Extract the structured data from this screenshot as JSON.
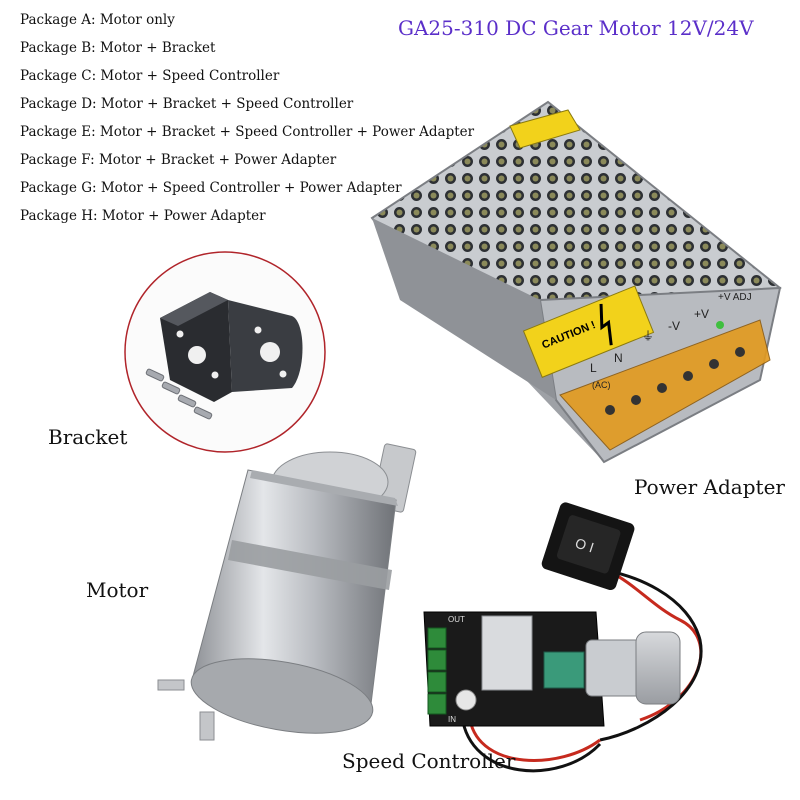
{
  "title": "GA25-310 DC Gear Motor 12V/24V",
  "packages": [
    "Package A: Motor only",
    "Package B: Motor + Bracket",
    "Package C: Motor + Speed Controller",
    "Package D: Motor + Bracket + Speed Controller",
    "Package E: Motor + Bracket + Speed Controller + Power Adapter",
    "Package F: Motor + Bracket + Power Adapter",
    "Package G: Motor + Speed Controller + Power Adapter",
    "Package H: Motor + Power Adapter"
  ],
  "captions": {
    "bracket": "Bracket",
    "power_adapter": "Power Adapter",
    "motor": "Motor",
    "speed_controller": "Speed Controller"
  },
  "adapter_labels": {
    "caution": "CAUTION !",
    "terminals": [
      "L",
      "N",
      "⏚",
      "-V",
      "+V"
    ],
    "adj": "+V ADJ",
    "ac": "(AC)"
  },
  "controller_labels": {
    "out": "OUT",
    "in": "IN",
    "switch": "O I"
  },
  "colors": {
    "title": "#5b2fc9",
    "caution_yellow": "#f2d21b",
    "terminal_orange": "#e39a1e",
    "pcb_black": "#1a1a1a",
    "terminal_green": "#2e8b3a"
  },
  "icons": [
    "bracket-image",
    "power-adapter-image",
    "motor-image",
    "speed-controller-image"
  ]
}
